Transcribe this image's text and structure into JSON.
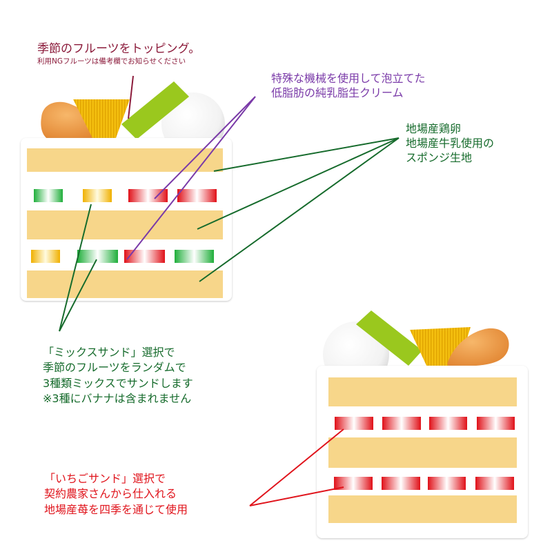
{
  "notes": {
    "fruit": {
      "line1": "季節のフルーツをトッピング。",
      "line2": "利用NGフルーツは備考欄でお知らせください"
    },
    "cream": {
      "line1": "特殊な機械を使用して泡立てた",
      "line2": "低脂肪の純乳脂生クリーム"
    },
    "sponge": {
      "line1": "地場産鶏卵",
      "line2": "地場産牛乳使用の",
      "line3": "スポンジ生地"
    },
    "mix": {
      "line1": "「ミックスサンド」選択で",
      "line2": "季節のフルーツをランダムで",
      "line3": "3種類ミックスでサンドします",
      "line4": "※3種にバナナは含まれません"
    },
    "ichigo": {
      "line1": "「いちごサンド」選択で",
      "line2": "契約農家さんから仕入れる",
      "line3": "地場産苺を四季を通じて使用"
    }
  },
  "colors": {
    "fruit_note": "#8b1a3a",
    "cream_note": "#7a3aa8",
    "sponge_note": "#166b2c",
    "mix_note": "#166b2c",
    "ichigo_note": "#e0141c",
    "sponge": "#f7d68a",
    "cream": "#ffffff",
    "strawberry": "#e8141c",
    "kiwi": "#2db84a",
    "mango": "#f2b810",
    "melon": "#9ac81e"
  },
  "cakes": {
    "mix": {
      "sandwich_type": "mix"
    },
    "ichigo": {
      "sandwich_type": "strawberry"
    }
  }
}
